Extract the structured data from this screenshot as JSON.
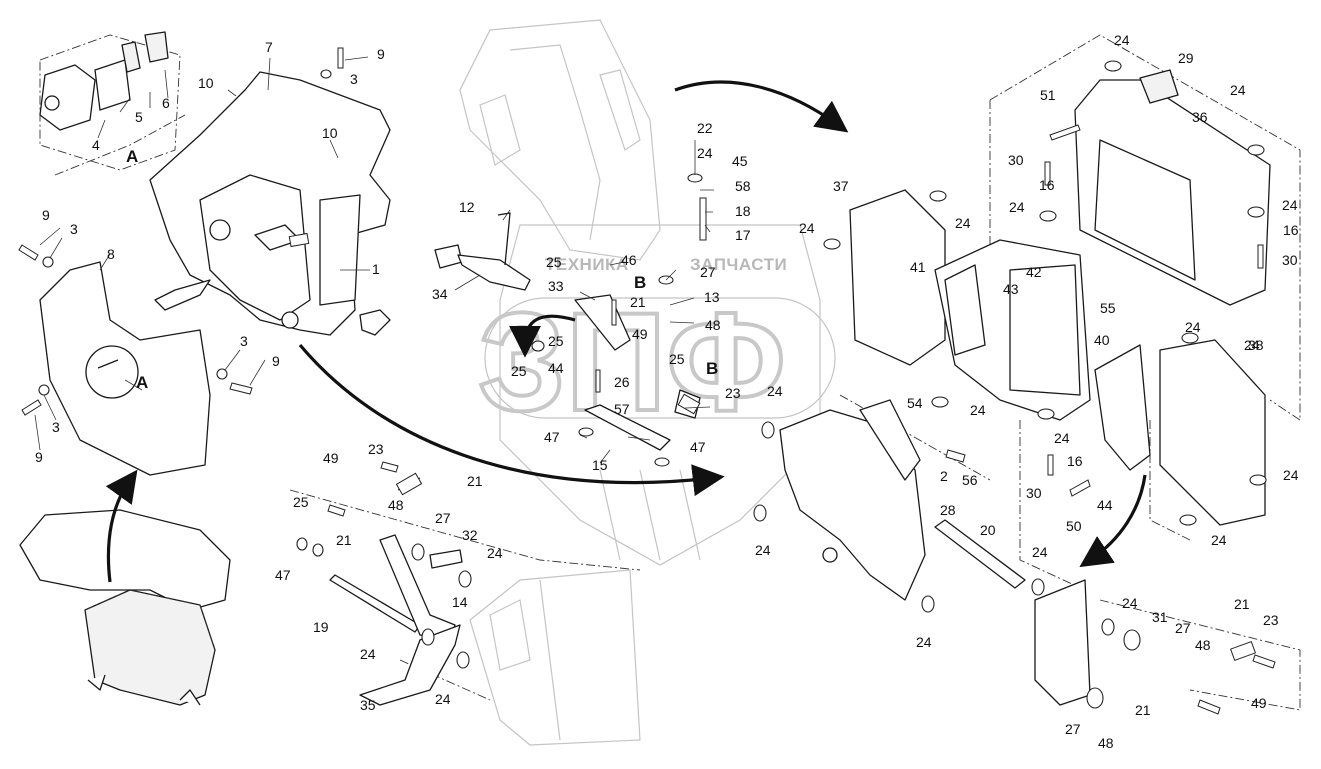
{
  "watermark": {
    "brand_left": "ТЕХНИКА",
    "brand_right": "ЗАПЧАСТИ",
    "emblem_text": "ЗПФ"
  },
  "views": {
    "view_a": "A",
    "view_b": "B"
  },
  "callouts": [
    "1",
    "2",
    "3",
    "4",
    "5",
    "6",
    "7",
    "8",
    "9",
    "10",
    "12",
    "13",
    "14",
    "15",
    "16",
    "17",
    "18",
    "19",
    "20",
    "21",
    "22",
    "23",
    "24",
    "25",
    "26",
    "27",
    "28",
    "29",
    "30",
    "31",
    "32",
    "33",
    "34",
    "35",
    "36",
    "37",
    "38",
    "40",
    "41",
    "42",
    "43",
    "44",
    "45",
    "46",
    "47",
    "48",
    "49",
    "50",
    "51",
    "54",
    "55",
    "56",
    "57",
    "58"
  ]
}
